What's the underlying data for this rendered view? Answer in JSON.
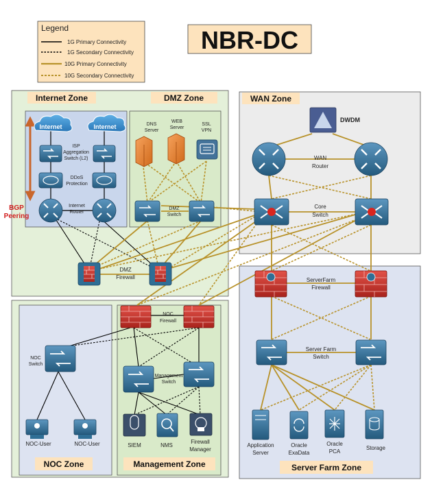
{
  "title": "NBR-DC",
  "legend": {
    "title": "Legend",
    "items": [
      {
        "label": "1G Primary Connectivity",
        "color": "#000000",
        "dashed": false
      },
      {
        "label": "1G Secondary Connectivity",
        "color": "#000000",
        "dashed": true
      },
      {
        "label": "10G Primary Connectivity",
        "color": "#b8922a",
        "dashed": false
      },
      {
        "label": "10G Secondary Connectivity",
        "color": "#b8922a",
        "dashed": true
      }
    ]
  },
  "zones": {
    "internet": "Internet Zone",
    "dmz": "DMZ Zone",
    "wan": "WAN Zone",
    "noc": "NOC Zone",
    "management": "Management Zone",
    "serverfarm": "Server Farm Zone"
  },
  "labels": {
    "internet": "Internet",
    "isp_line1": "ISP",
    "isp_line2": "Aggregation",
    "isp_line3": "Switch (L2)",
    "ddos_line1": "DDoS",
    "ddos_line2": "Protection",
    "internet_router_line1": "Internet",
    "internet_router_line2": "Router",
    "bgp_line1": "BGP",
    "bgp_line2": "Peering",
    "dns_line1": "DNS",
    "dns_line2": "Server",
    "web_line1": "WEB",
    "web_line2": "Server",
    "ssl_line1": "SSL",
    "ssl_line2": "VPN",
    "dmz_switch_line1": "DMZ",
    "dmz_switch_line2": "Switch",
    "dmz_firewall_line1": "DMZ",
    "dmz_firewall_line2": "Firewall",
    "dwdm": "DWDM",
    "wan_router_line1": "WAN",
    "wan_router_line2": "Router",
    "core_switch_line1": "Core",
    "core_switch_line2": "Switch",
    "sf_firewall_line1": "ServerFarm",
    "sf_firewall_line2": "Firewall",
    "sf_switch_line1": "Server Farm",
    "sf_switch_line2": "Switch",
    "app_server_line1": "Application",
    "app_server_line2": "Server",
    "oracle_exadata_line1": "Oracle",
    "oracle_exadata_line2": "ExaData",
    "oracle_pca_line1": "Oracle",
    "oracle_pca_line2": "PCA",
    "storage": "Storage",
    "noc_firewall_line1": "NOC",
    "noc_firewall_line2": "Firewall",
    "noc_switch_line1": "NOC",
    "noc_switch_line2": "Switch",
    "mgmt_switch_line1": "Management",
    "mgmt_switch_line2": "Switch",
    "noc_user": "NOC-User",
    "siem": "SIEM",
    "nms": "NMS",
    "fw_manager_line1": "Firewall",
    "fw_manager_line2": "Manager"
  },
  "colors": {
    "gold": "#b8922a",
    "black": "#000000",
    "cisco_blue": "#2f6e95",
    "firewall_red": "#c8302b",
    "internet_zone_bg": "#e4f0d9",
    "inner_blue_bg": "#c9d6ec",
    "wan_zone_bg": "#ececec",
    "serverfarm_bg": "#dde3f1",
    "label_bg": "#fde3bd"
  }
}
